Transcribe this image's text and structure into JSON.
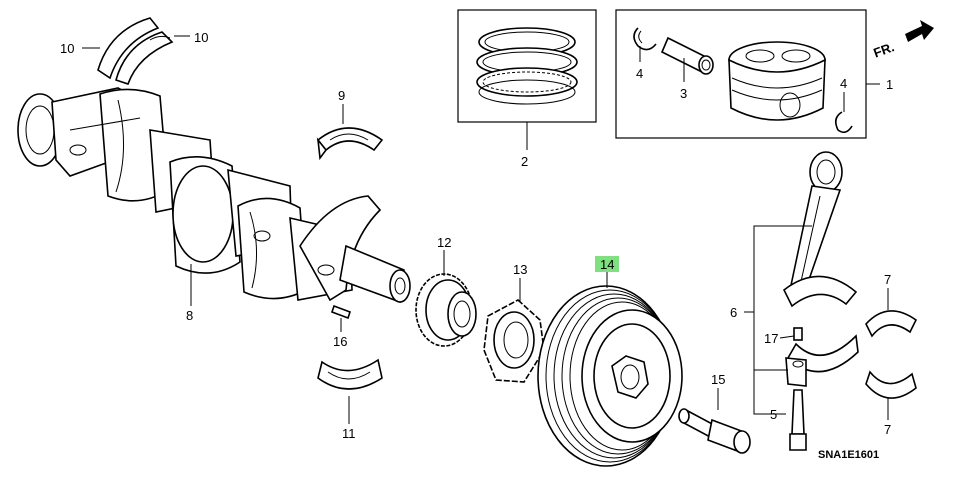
{
  "orientation": {
    "label": "FR.",
    "icon": "front-direction-arrow-icon"
  },
  "diagram_code": "SNA1E1601",
  "highlight_color": "#7fe07f",
  "callouts": {
    "c1": "1",
    "c2": "2",
    "c3": "3",
    "c4a": "4",
    "c4b": "4",
    "c5": "5",
    "c6": "6",
    "c7a": "7",
    "c7b": "7",
    "c8": "8",
    "c9": "9",
    "c10a": "10",
    "c10b": "10",
    "c11": "11",
    "c12": "12",
    "c13": "13",
    "c14": "14",
    "c15": "15",
    "c16": "16",
    "c17": "17"
  }
}
